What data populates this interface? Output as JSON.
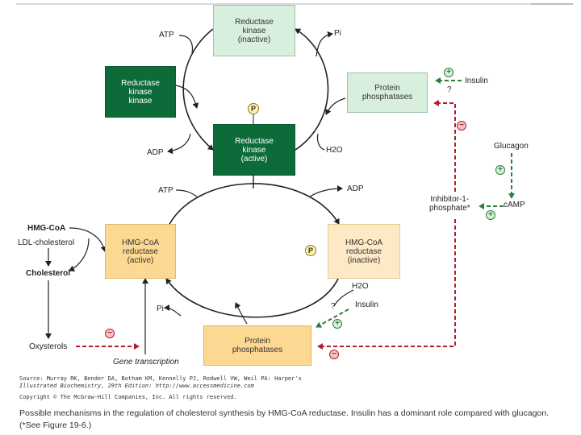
{
  "boxes": {
    "kinase_inactive": "Reductase\nkinase\n(inactive)",
    "kinase_kinase": "Reductase\nkinase\nkinase",
    "phosphatases_top": "Protein\nphosphatases",
    "kinase_active": "Reductase\nkinase\n(active)",
    "hmg_active": "HMG-CoA\nreductase\n(active)",
    "hmg_inactive": "HMG-CoA\nreductase\n(inactive)",
    "phosphatases_bottom": "Protein\nphosphatases"
  },
  "labels": {
    "atp_top": "ATP",
    "pi_top": "Pi",
    "adp_mid": "ADP",
    "h2o_mid": "H2O",
    "atp_mid": "ATP",
    "adp_right": "ADP",
    "h2o_low": "H2O",
    "pi_low": "Pi",
    "insulin_top": "Insulin",
    "question_top": "?",
    "glucagon": "Glucagon",
    "camp": "cAMP",
    "inhibitor": "Inhibitor-1-\nphosphate*",
    "hmg_coa": "HMG-CoA",
    "ldl": "LDL-cholesterol",
    "cholesterol": "Cholesterol",
    "oxysterols": "Oxysterols",
    "gene_transcription": "Gene transcription",
    "insulin_low": "Insulin",
    "question_low": "?",
    "phospho_symbol": "P"
  },
  "signs": {
    "plus": "+",
    "minus": "−"
  },
  "source_line1": "Source: Murray RK, Bender DA, Botham KM, Kennelly PJ, Rodwell VW, Weil PA: Harper's",
  "source_line2": "Illustrated Biochemistry, 29th Edition: http://www.accessmedicine.com",
  "copyright": "Copyright © The McGraw-Hill Companies, Inc. All rights reserved.",
  "caption": "Possible mechanisms in the regulation of cholesterol synthesis by HMG-CoA reductase. Insulin has a dominant role compared with glucagon. (*See Figure 19-6.)",
  "colors": {
    "dark_green": "#0d6b3a",
    "light_green": "#d9efdd",
    "yellow": "#fcd892",
    "light_yellow": "#fde9c5",
    "red_dashed": "#b31d2a",
    "green_dashed": "#2f7d3c"
  }
}
